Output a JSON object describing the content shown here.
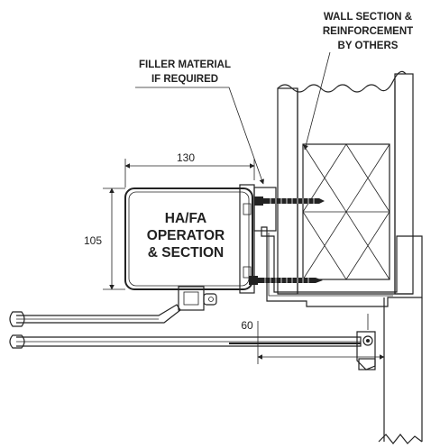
{
  "labels": {
    "wall_line1": "WALL SECTION &",
    "wall_line2": "REINFORCEMENT",
    "wall_line3": "BY OTHERS",
    "filler_line1": "FILLER MATERIAL",
    "filler_line2": "IF REQUIRED",
    "operator_line1": "HA/FA",
    "operator_line2": "OPERATOR",
    "operator_line3": "& SECTION"
  },
  "dimensions": {
    "width": "130",
    "height": "105",
    "offset": "60"
  }
}
